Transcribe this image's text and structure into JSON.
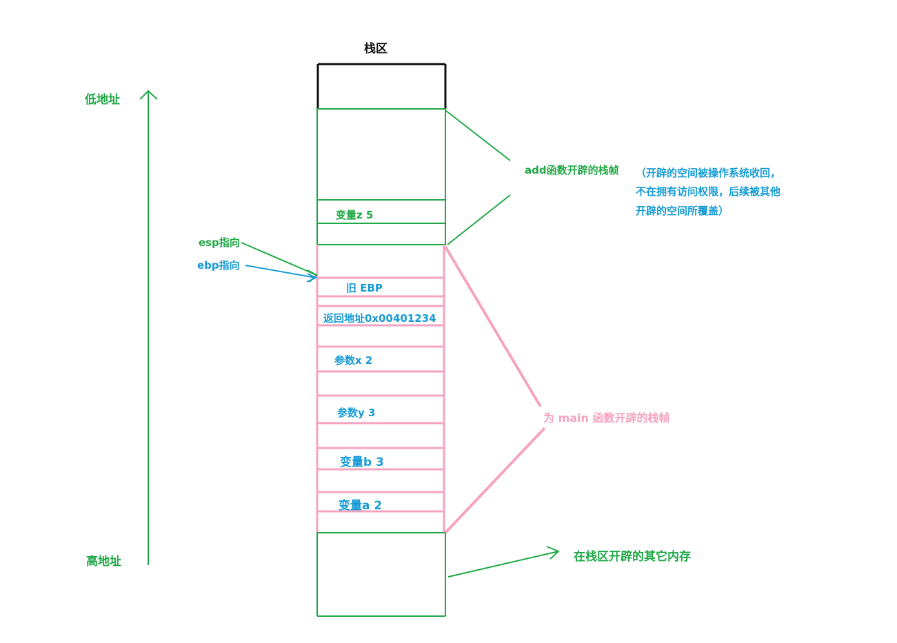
{
  "title": "栈区",
  "address_axis": {
    "low": "低地址",
    "high": "高地址"
  },
  "pointers": {
    "esp": "esp指向",
    "ebp": "ebp指向"
  },
  "add_frame": {
    "label": "add函数开辟的栈帧",
    "note_lines": [
      "（开辟的空间被操作系统收回，",
      "不在拥有访问权限，后续被其他",
      "开辟的空间所覆盖）"
    ],
    "cell_var_z": "变量z    5"
  },
  "main_frame": {
    "label": "为 main 函数开辟的栈帧",
    "cell_old_ebp": "旧 EBP",
    "cell_return_addr": "返回地址0x00401234",
    "cell_param_x": "参数x    2",
    "cell_param_y": "参数y    3",
    "cell_var_b": "变量b   3",
    "cell_var_a": "变量a   2"
  },
  "other_memory": {
    "label": "在栈区开辟的其它内存"
  },
  "colors": {
    "green": "#1fa845",
    "blue": "#169bd5",
    "pink": "#f5a3c0",
    "black": "#111111"
  }
}
